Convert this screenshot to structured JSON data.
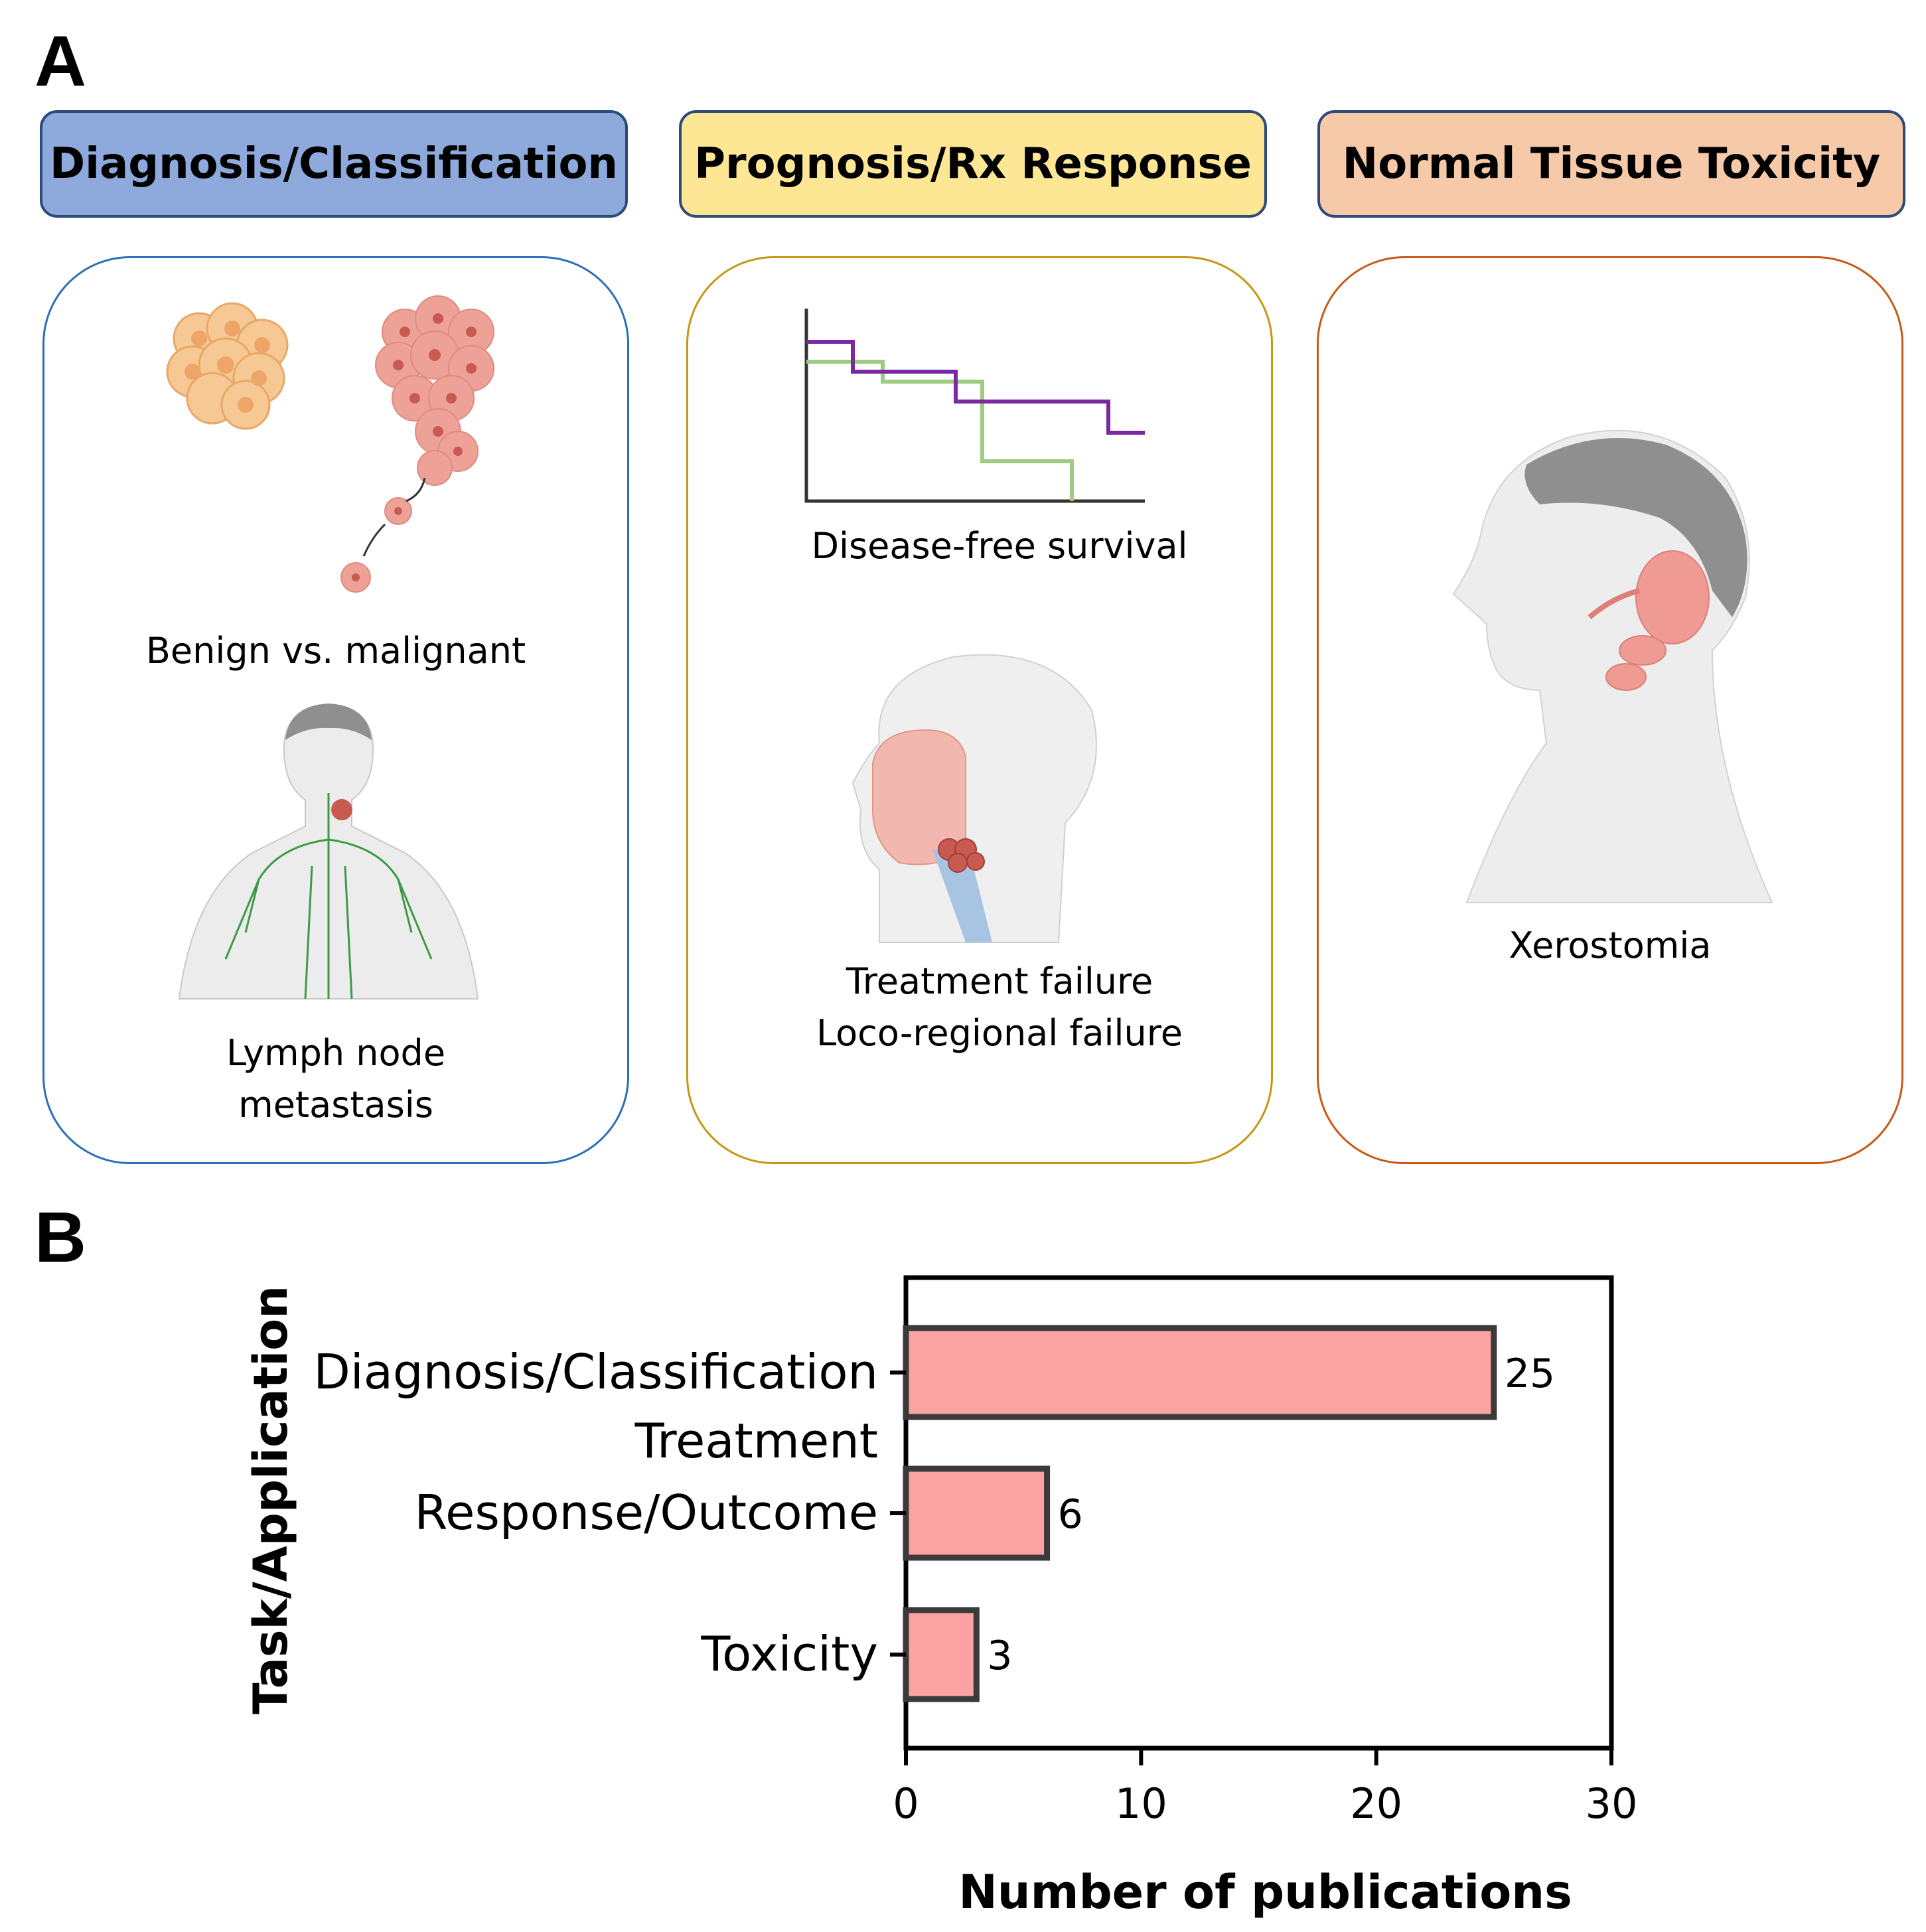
{
  "panel_a": {
    "letter": "A",
    "columns": [
      {
        "header": "Diagnosis/Classification",
        "color": "#8eaadc",
        "border": "#2c6fb8",
        "captions": [
          "Benign vs. malignant",
          "Lymph node",
          "metastasis"
        ],
        "icons": [
          "cell-cluster-benign-icon",
          "cell-cluster-malignant-icon",
          "lymphatic-body-icon"
        ]
      },
      {
        "header": "Prognosis/Rx Response",
        "color": "#fde795",
        "border": "#c69714",
        "captions": [
          "Disease-free survival",
          "Treatment failure",
          "Loco-regional failure"
        ],
        "icons": [
          "survival-curve-icon",
          "head-neck-tumor-icon"
        ]
      },
      {
        "header": "Normal Tissue Toxicity",
        "color": "#f6c9a9",
        "border": "#c65a17",
        "captions": [
          "Xerostomia"
        ],
        "icons": [
          "salivary-gland-head-icon"
        ]
      }
    ]
  },
  "panel_b": {
    "letter": "B"
  },
  "chart_data": {
    "type": "bar",
    "orientation": "horizontal",
    "categories": [
      "Diagnosis/Classification",
      "Treatment Response/Outcome",
      "Toxicity"
    ],
    "category_lines": [
      [
        "Diagnosis/Classification"
      ],
      [
        "Treatment",
        "Response/Outcome"
      ],
      [
        "Toxicity"
      ]
    ],
    "values": [
      25,
      6,
      3
    ],
    "data_labels": [
      "25",
      "6",
      "3"
    ],
    "xlabel": "Number of publications",
    "ylabel": "Task/Application",
    "xlim": [
      0,
      30
    ],
    "xticks": [
      0,
      10,
      20,
      30
    ],
    "grid": false,
    "bar_color": "#fba3a3",
    "bar_edge_color": "#3a3a3a"
  }
}
